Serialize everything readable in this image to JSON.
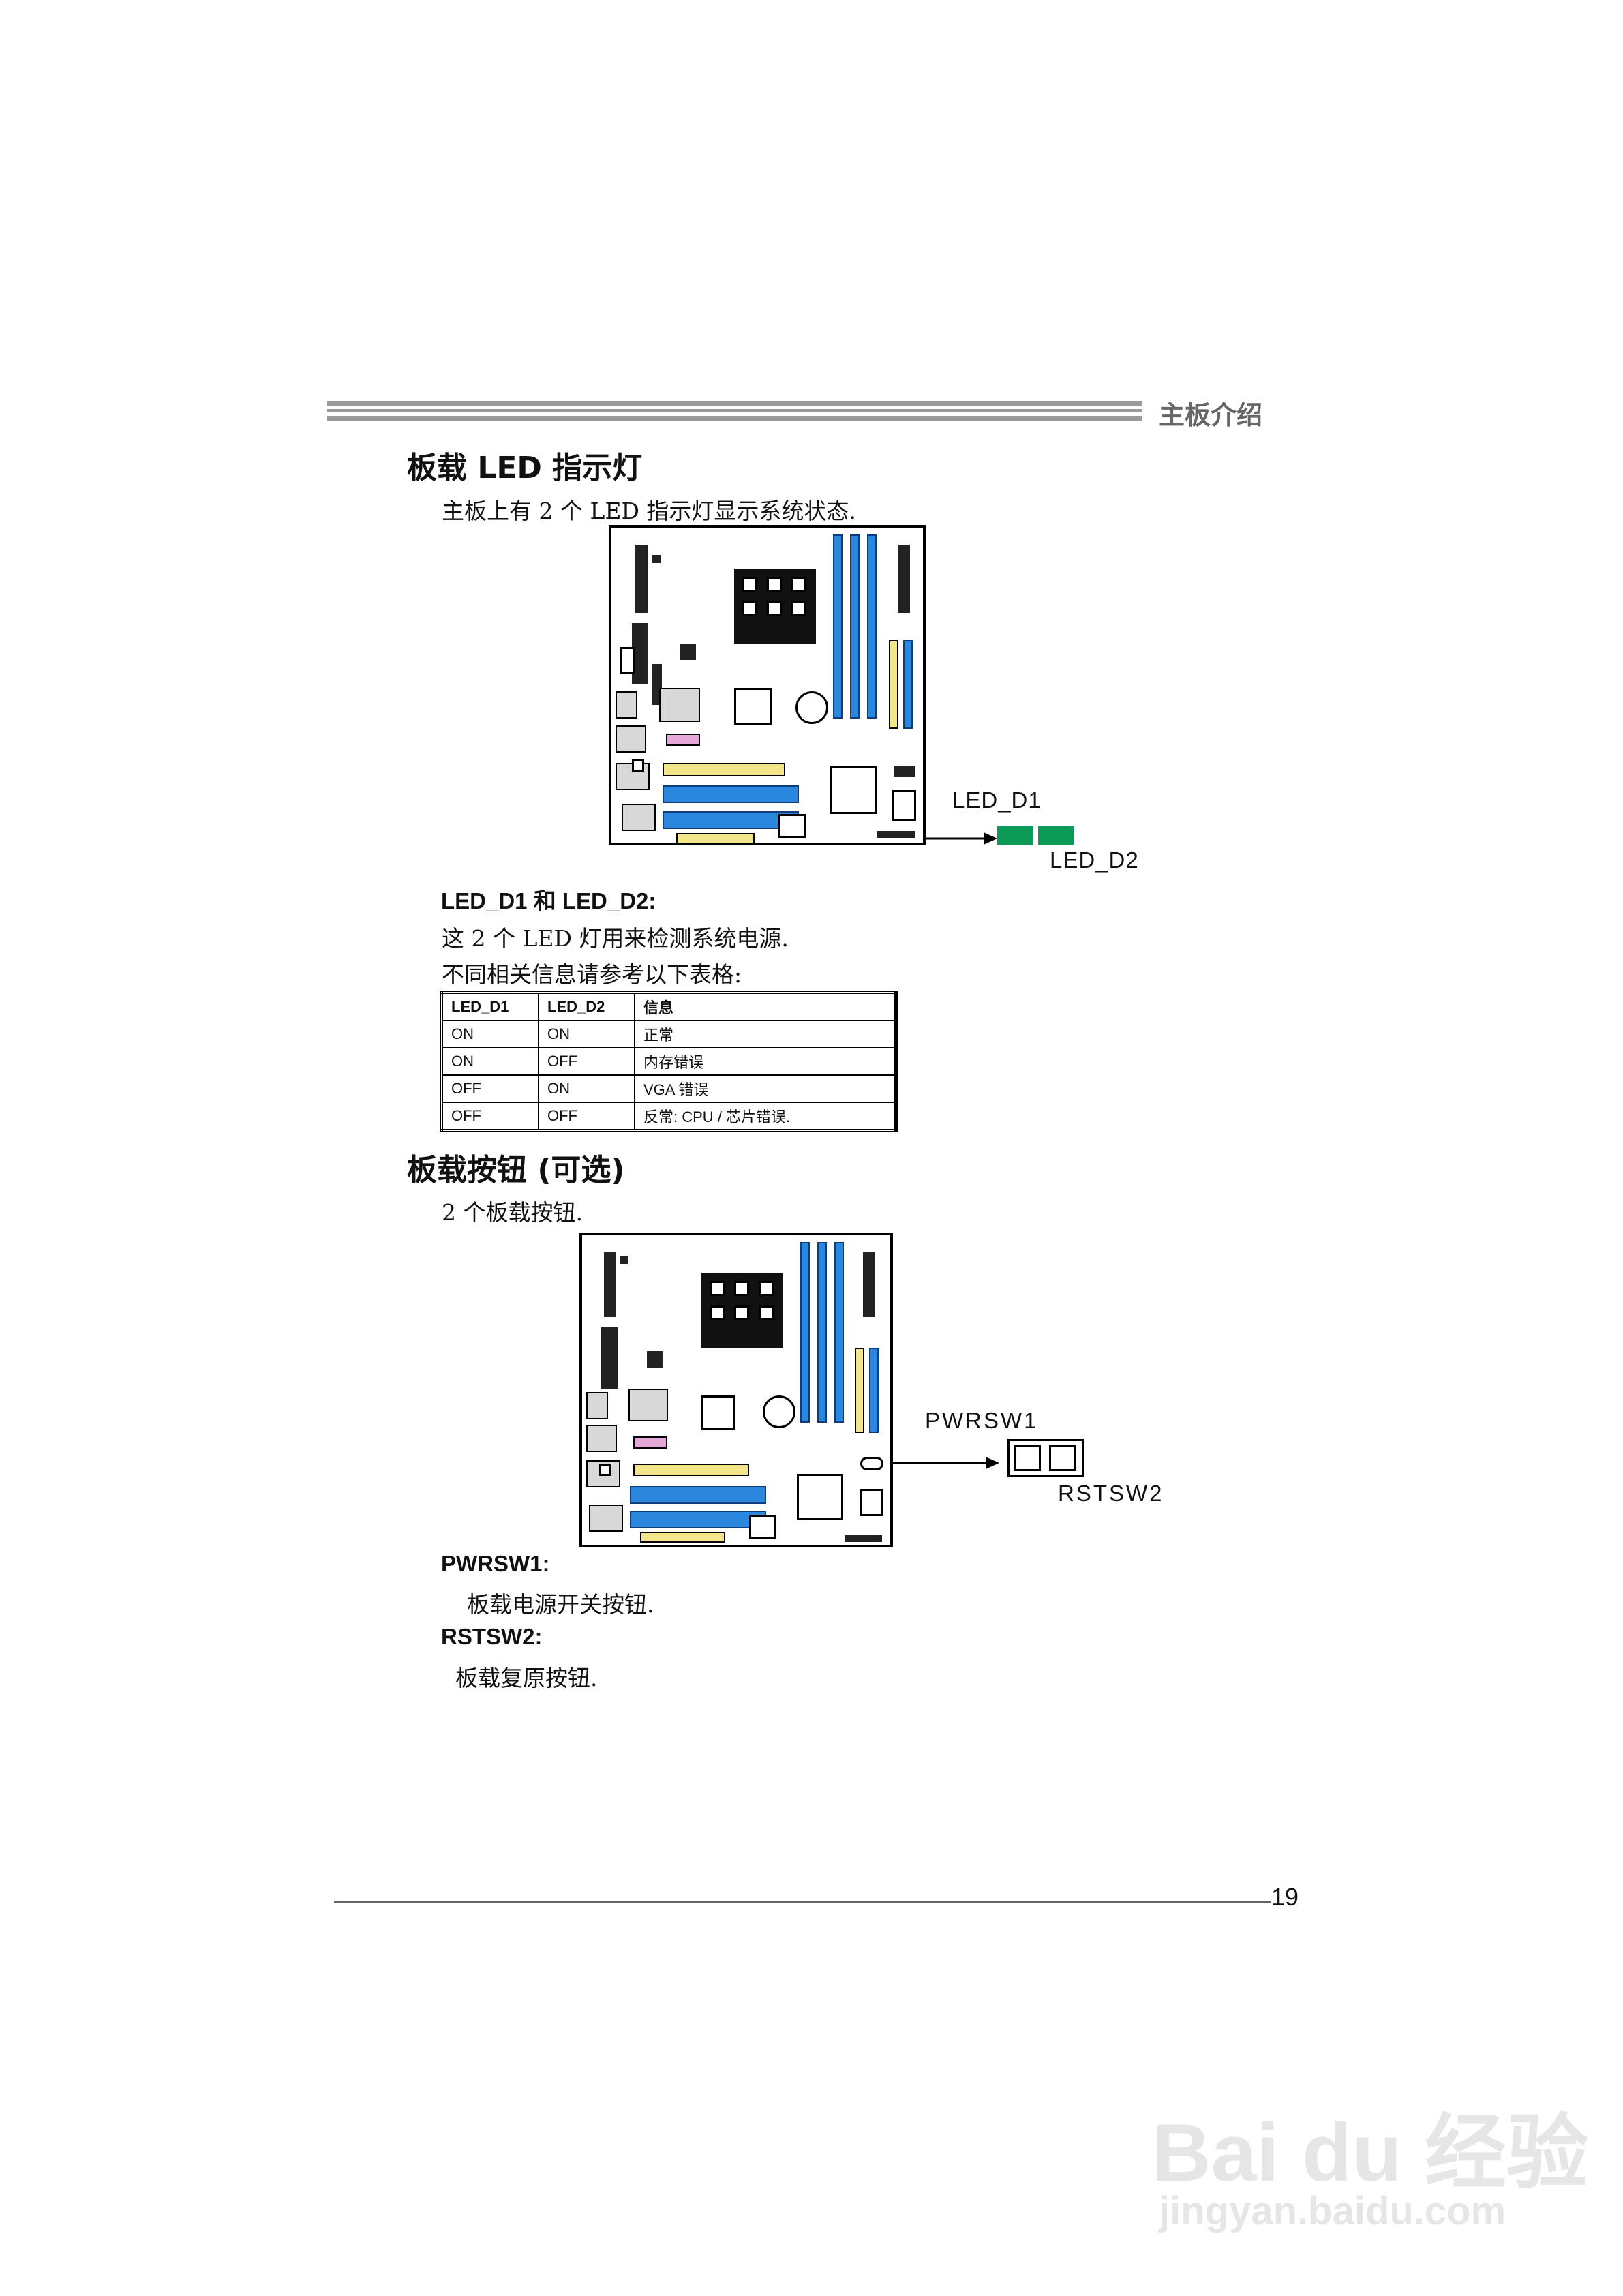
{
  "header": {
    "title": "主板介绍"
  },
  "section1": {
    "title": "板载 LED 指示灯",
    "intro": "主板上有 2 个 LED 指示灯显示系统状态.",
    "callout_d1": "LED_D1",
    "callout_d2": "LED_D2",
    "subheading": "LED_D1  和  LED_D2:",
    "desc1": "这 2 个 LED 灯用来检测系统电源.",
    "desc2": "不同相关信息请参考以下表格:",
    "table": {
      "headers": [
        "LED_D1",
        "LED_D2",
        "信息"
      ],
      "rows": [
        [
          "ON",
          "ON",
          "正常"
        ],
        [
          "ON",
          "OFF",
          "内存错误"
        ],
        [
          "OFF",
          "ON",
          "VGA  错误"
        ],
        [
          "OFF",
          "OFF",
          "反常: CPU /  芯片错误."
        ]
      ]
    }
  },
  "section2": {
    "title": "板载按钮 (可选)",
    "intro": "2 个板载按钮.",
    "callout_pwr": "PWRSW1",
    "callout_rst": "RSTSW2",
    "pwr_label": "PWRSW1:",
    "pwr_desc": "板载电源开关按钮.",
    "rst_label": "RSTSW2:",
    "rst_desc": "板载复原按钮."
  },
  "footer": {
    "page_number": "19"
  },
  "watermark": {
    "brand": "Bai du 经验",
    "url": "jingyan.baidu.com"
  },
  "colors": {
    "header_bar": "#9a9a9a",
    "led_green": "#0a9a55",
    "dimm_blue": "#2b86dd",
    "slot_yellow": "#f2e58a"
  }
}
